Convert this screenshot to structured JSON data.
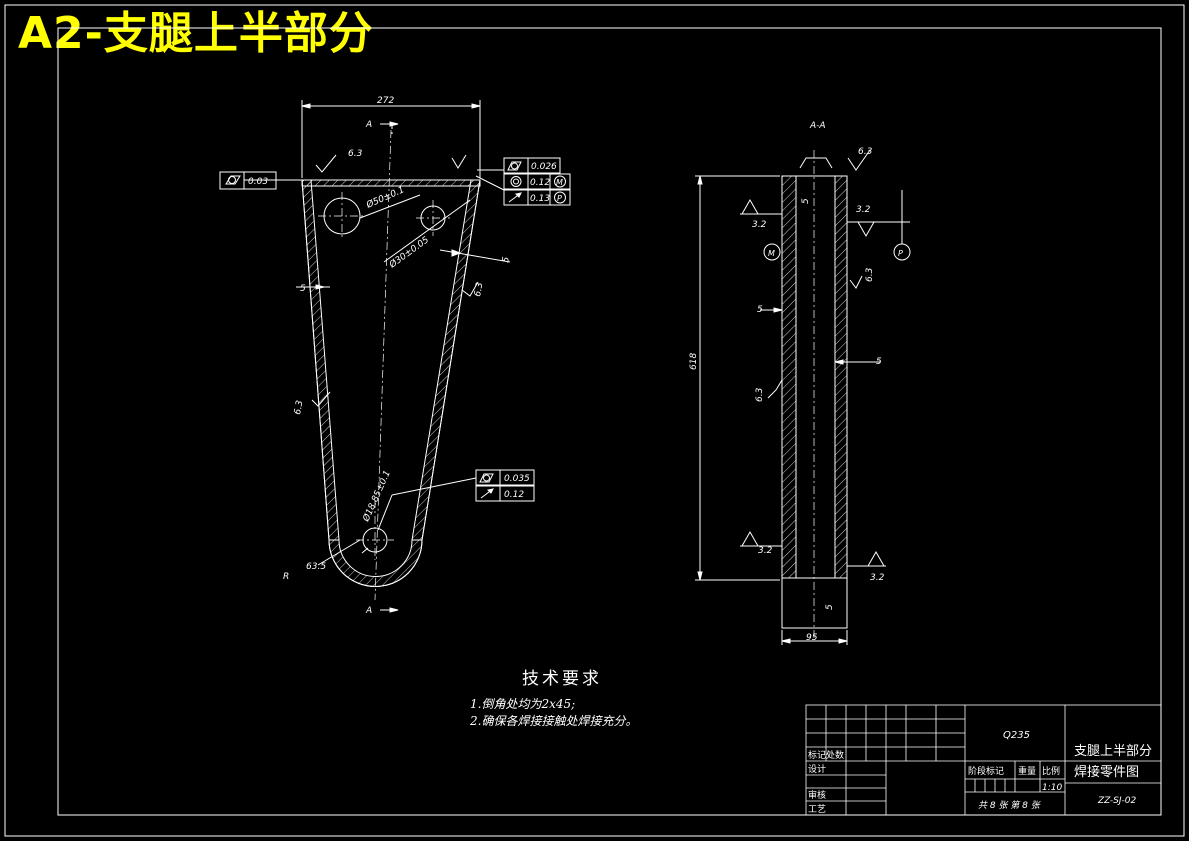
{
  "banner_title": "A2-支腿上半部分",
  "views": {
    "front": {
      "top_width": "272",
      "section_mark": "A",
      "rough_top": "6.3",
      "rough_side": "6.3",
      "rough_left": "6.3",
      "wall_left": "5",
      "wall_right": "5",
      "tol_left": "0.03",
      "tol_right": [
        "0.026",
        "0.12",
        "0.13"
      ],
      "tol_right_mods": [
        "M",
        "P"
      ],
      "hole_upper_left": "Ø50±0.1",
      "hole_upper_right": "Ø30±0.05",
      "hole_lower": "Ø18.85±0.1",
      "tol_lower": [
        "0.035",
        "0.12"
      ],
      "radius_label": "R",
      "radius_value": "63.5"
    },
    "section": {
      "title": "A-A",
      "height": "618",
      "width": "95",
      "rough_values": [
        "6.3",
        "3.2",
        "3.2",
        "6.3",
        "6.3",
        "3.2",
        "3.2"
      ],
      "wall_values": [
        "5",
        "5",
        "5",
        "5"
      ],
      "datum_m": "M",
      "datum_p": "P"
    }
  },
  "tech_requirements": {
    "title": "技术要求",
    "items": [
      "1.倒角处均为2x45;",
      "2.确保各焊接接触处焊接充分。"
    ]
  },
  "title_block": {
    "material": "Q235",
    "part_name_1": "支腿上半部分",
    "part_name_2": "焊接零件图",
    "mark_label": "标记处数",
    "design_label": "设计",
    "review_label": "审核",
    "process_label": "工艺",
    "stage_label": "阶段标记",
    "weight_label": "重量",
    "scale_label": "比例",
    "scale_value": "1:10",
    "sheets": "共 8 张  第 8 张",
    "drawing_no": "ZZ-SJ-02"
  }
}
